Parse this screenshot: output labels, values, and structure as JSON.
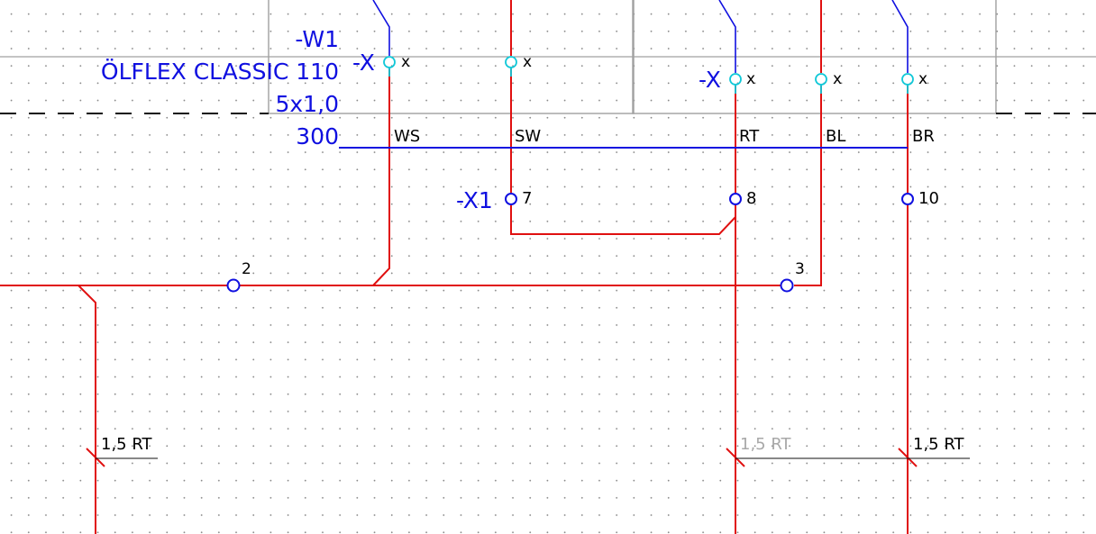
{
  "colors": {
    "background": "#ffffff",
    "grid_dot": "#8a8a8a",
    "wire": "#e01010",
    "cable_line": "#1010e0",
    "terminal_blue": "#1010e0",
    "plug_pin": "#10c8d8",
    "device_box": "#a0a0a0",
    "reference_line": "#808080",
    "dimmed_label": "#a8a8a8"
  },
  "cable": {
    "name": "-W1",
    "type": "ÖLFLEX CLASSIC 110",
    "cross_section": "5x1,0",
    "length": "300",
    "cores": [
      "WS",
      "SW",
      "RT",
      "BL",
      "BR"
    ]
  },
  "plug_left": {
    "name": "-X",
    "pins": [
      "x",
      "x"
    ]
  },
  "plug_right": {
    "name": "-X",
    "pins": [
      "x",
      "x",
      "x"
    ]
  },
  "terminal_strip": {
    "name": "-X1",
    "terminals": [
      "7",
      "8",
      "10"
    ]
  },
  "potentials": [
    "2",
    "3"
  ],
  "wire_labels": {
    "left": "1,5 RT",
    "middle": "1,5 RT",
    "right": "1,5 RT"
  }
}
